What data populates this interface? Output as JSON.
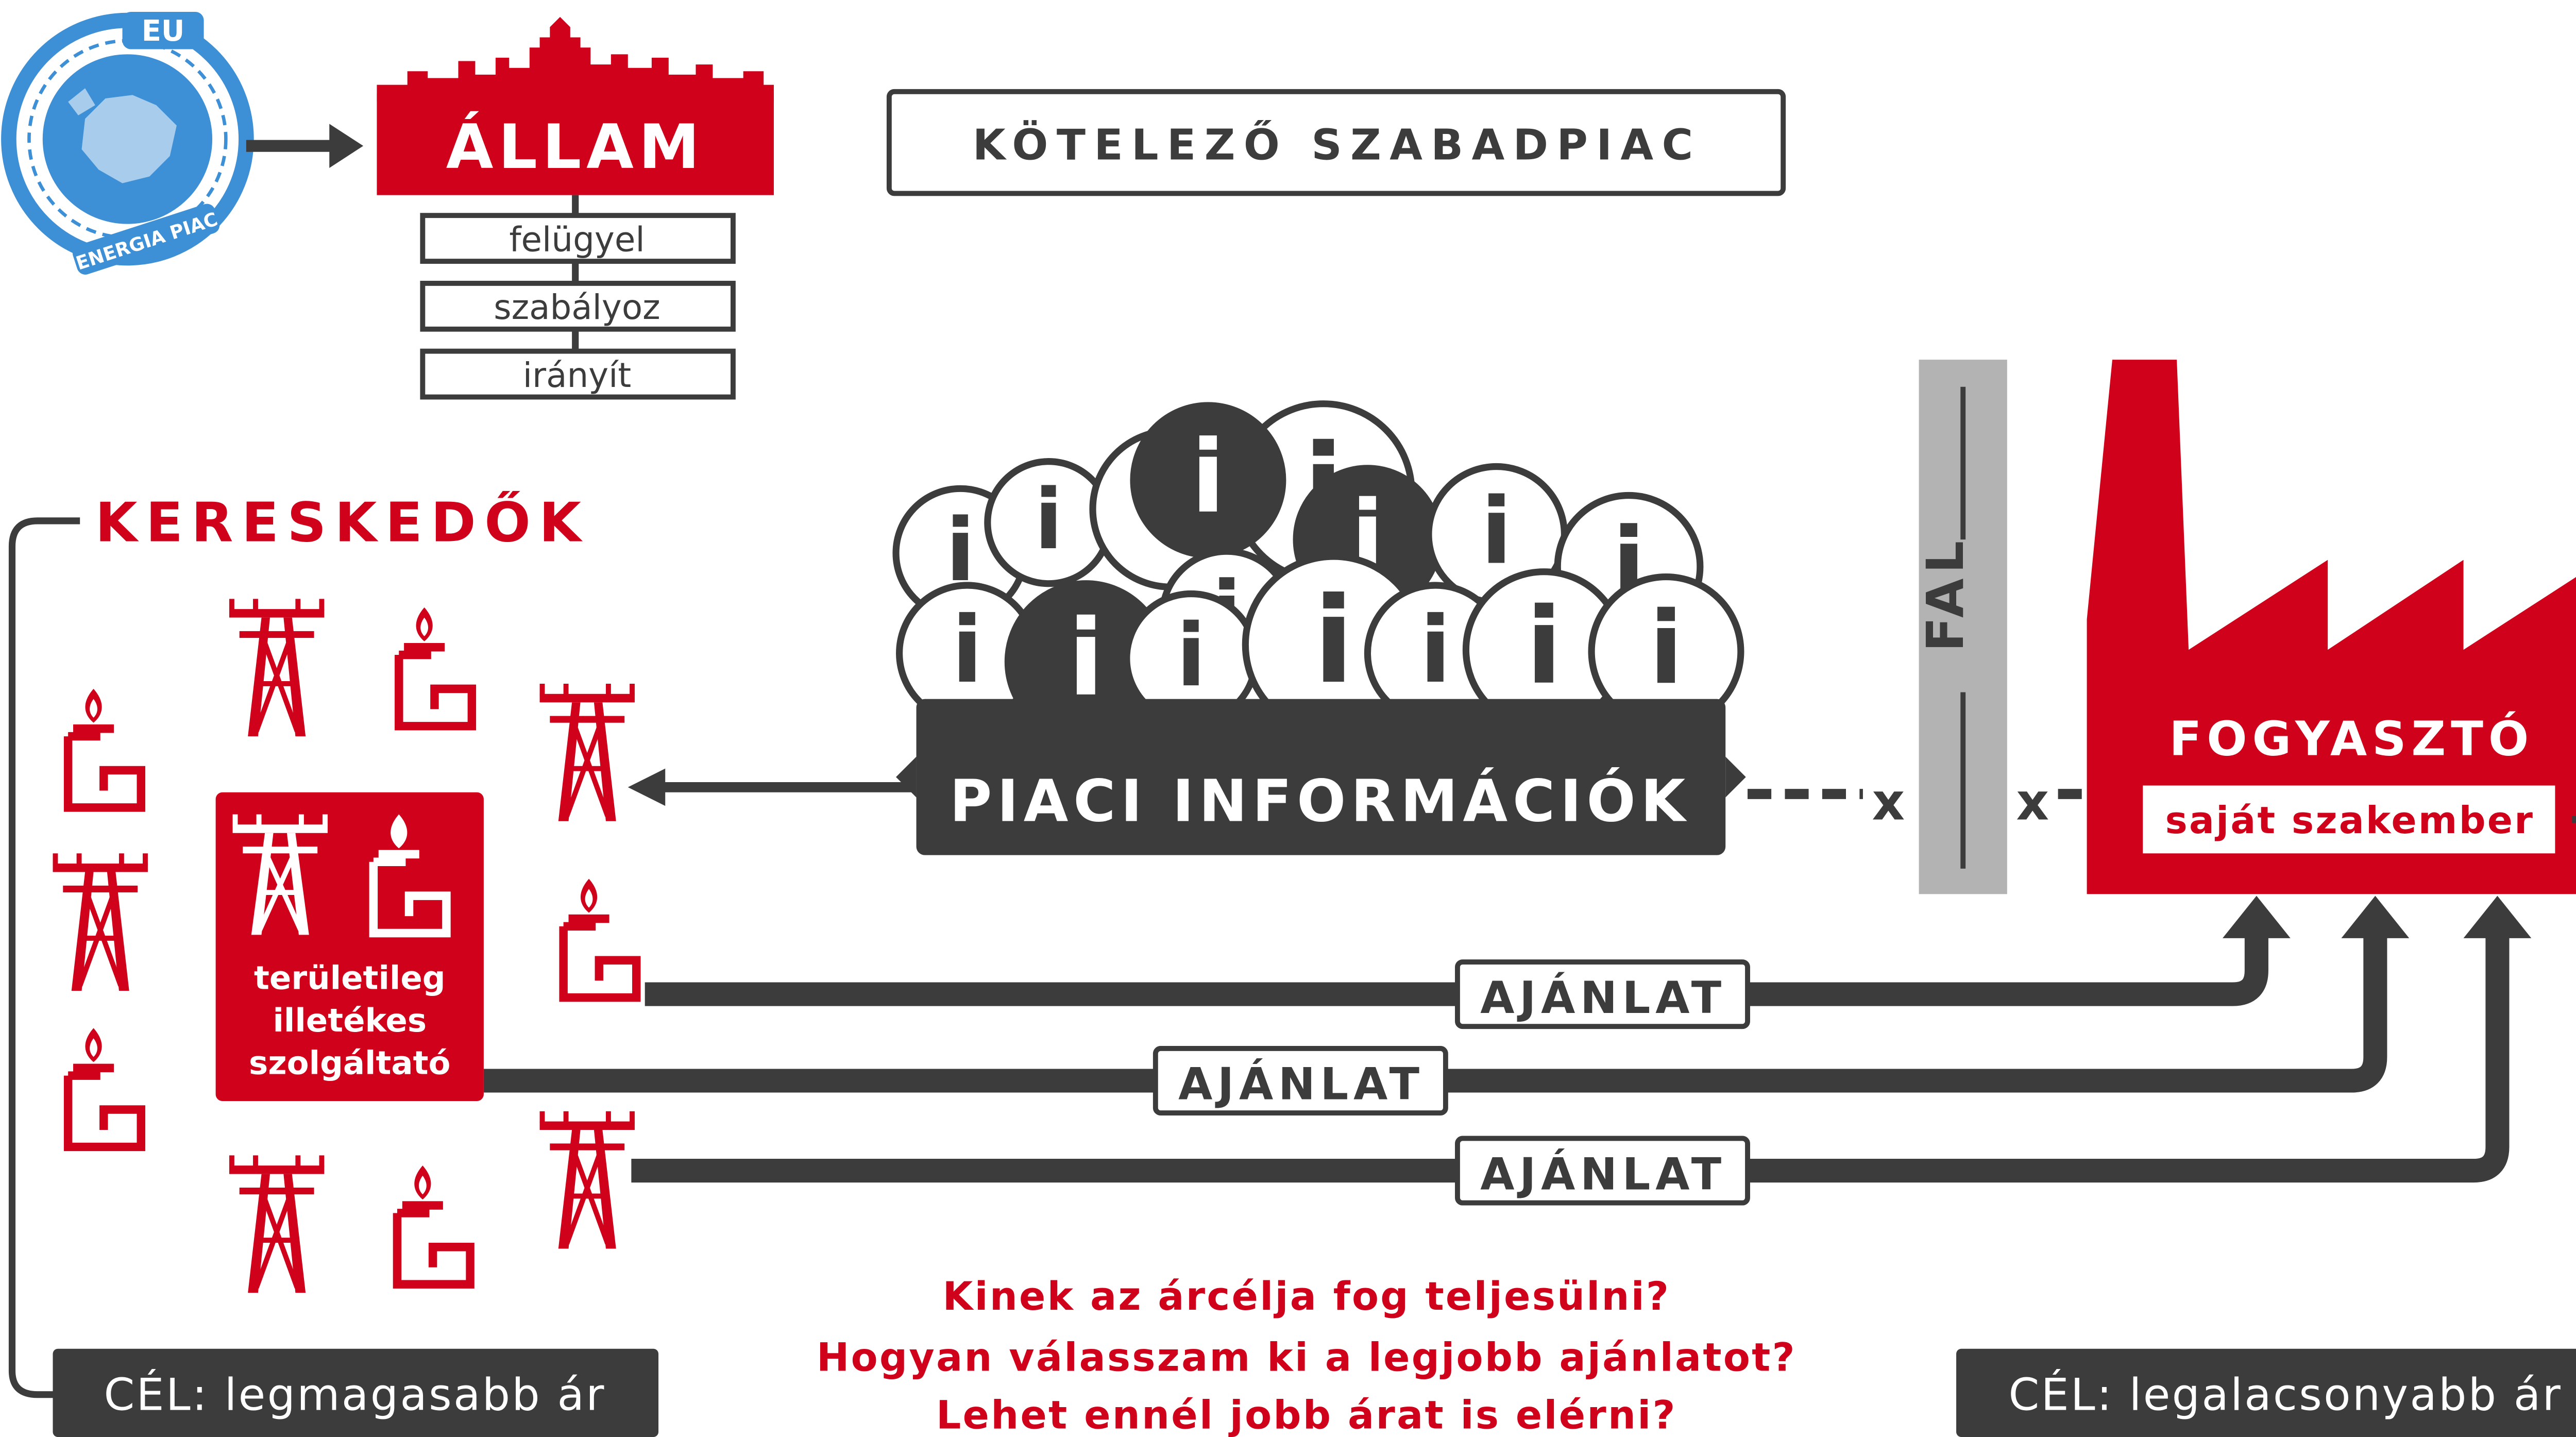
{
  "colors": {
    "red": "#d0021b",
    "dark": "#3c3c3c",
    "blue": "#3d8fd6",
    "wall": "#b3b3b3",
    "white": "#ffffff"
  },
  "eu_badge": {
    "top_label": "EU",
    "bottom_label": "ENERGIA PIAC"
  },
  "state": {
    "title": "ÁLLAM",
    "roles": [
      "felügyel",
      "szabályoz",
      "irányít"
    ]
  },
  "header": {
    "title": "KÖTELEZŐ SZABADPIAC"
  },
  "traders": {
    "title": "KERESKEDŐK",
    "local_provider": [
      "területileg",
      "illetékes",
      "szolgáltató"
    ]
  },
  "info": {
    "bubble_glyph": "i",
    "label": "PIACI INFORMÁCIÓK",
    "block_mark_left": "x",
    "block_mark_right": "x"
  },
  "wall": {
    "label": "FAL"
  },
  "consumer": {
    "title": "FOGYASZTÓ",
    "expert": "saját szakember"
  },
  "offers": [
    "AJÁNLAT",
    "AJÁNLAT",
    "AJÁNLAT"
  ],
  "questions": [
    "Kinek az árcélja fog teljesülni?",
    "Hogyan válasszam ki a legjobb ajánlatot?",
    "Lehet ennél jobb árat is elérni?"
  ],
  "goals": {
    "trader": "CÉL: legmagasabb ár",
    "consumer": "CÉL: legalacsonyabb ár"
  },
  "icons": [
    "eu-energy-market-badge-icon",
    "parliament-skyline-icon",
    "power-pylon-icon",
    "gas-flame-pipe-icon",
    "info-bubble-icon",
    "factory-icon",
    "arrow-icon"
  ]
}
